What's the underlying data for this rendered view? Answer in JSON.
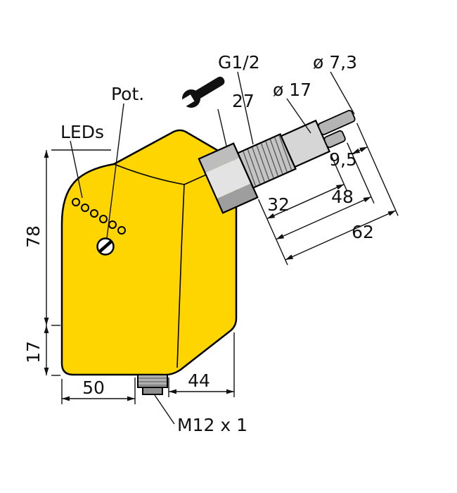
{
  "drawing": {
    "part_labels": {
      "leds": "LEDs",
      "potentiometer": "Pot.",
      "thread_size": "G1/2",
      "wrench_size": "27",
      "connector_thread": "M12 x 1"
    },
    "dimensions": {
      "tip_diameter": "ø 7,3",
      "tube_diameter": "ø 17",
      "tip_length": "9,5",
      "length_32": "32",
      "length_48": "48",
      "length_62": "62",
      "body_height": "78",
      "body_bottom": "17",
      "body_depth": "50",
      "body_width": "44"
    },
    "colors": {
      "body_yellow": "#FFD500",
      "metal_gray": "#C8C8C8",
      "line_black": "#111111",
      "background": "#FFFFFF"
    }
  }
}
